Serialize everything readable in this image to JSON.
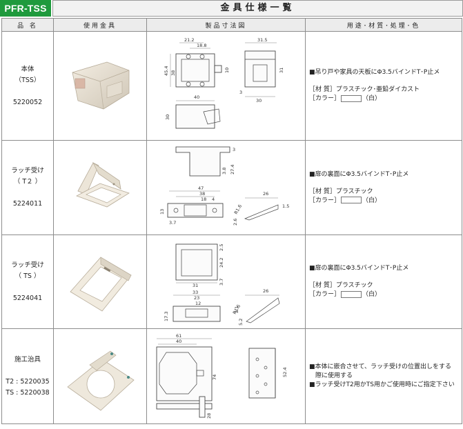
{
  "header": {
    "badge": "PFR-TSS",
    "title": "金具仕様一覧"
  },
  "columns": [
    "品 名",
    "使用金具",
    "製品寸法図",
    "用途･材質･処理･色"
  ],
  "rows": [
    {
      "name_lines": [
        "本体",
        "（TSS）",
        "",
        "5220052"
      ],
      "use_lines": [
        "■吊り戸や家具の天板にΦ3.5バインドT･P止メ"
      ],
      "material": "［材 質］プラスチック･亜鉛ダイカスト",
      "color_prefix": "［カラー］",
      "color_suffix": "（白）",
      "dims": [
        "21.2",
        "18.8",
        "31.5",
        "45.4",
        "38",
        "10",
        "31",
        "3",
        "40",
        "30",
        "30"
      ]
    },
    {
      "name_lines": [
        "ラッチ受け",
        "（ T２ ）",
        "",
        "5224011"
      ],
      "use_lines": [
        "■扉の裏面にΦ3.5バインドT･P止メ"
      ],
      "material": "［材 質］プラスチック",
      "color_prefix": "［カラー］",
      "color_suffix": "（白）",
      "dims": [
        "3",
        "3.8",
        "27.4",
        "47",
        "38",
        "18",
        "4",
        "26",
        "1.5",
        "13",
        "3.7",
        "R1.6",
        "2.6"
      ]
    },
    {
      "name_lines": [
        "ラッチ受け",
        "（ TS ）",
        "",
        "5224041"
      ],
      "use_lines": [
        "■扉の裏面にΦ3.5バインドT･P止メ"
      ],
      "material": "［材 質］プラスチック",
      "color_prefix": "［カラー］",
      "color_suffix": "（白）",
      "dims": [
        "2.5",
        "24.2",
        "3.7",
        "31",
        "33",
        "23",
        "12",
        "26",
        "17.3",
        "R1.6",
        "5.2",
        "2.1"
      ]
    },
    {
      "name_lines": [
        "施工治具",
        "",
        "T2 : 5220035",
        "TS : 5220038"
      ],
      "use_lines": [
        "■本体に嵌合させて、ラッチ受けの位置出しをする",
        "　際に使用する",
        "■ラッチ受けT2用かTS用かご使用時にご指定下さい"
      ],
      "dims": [
        "61",
        "40",
        "74",
        "52.4",
        "28"
      ]
    }
  ]
}
